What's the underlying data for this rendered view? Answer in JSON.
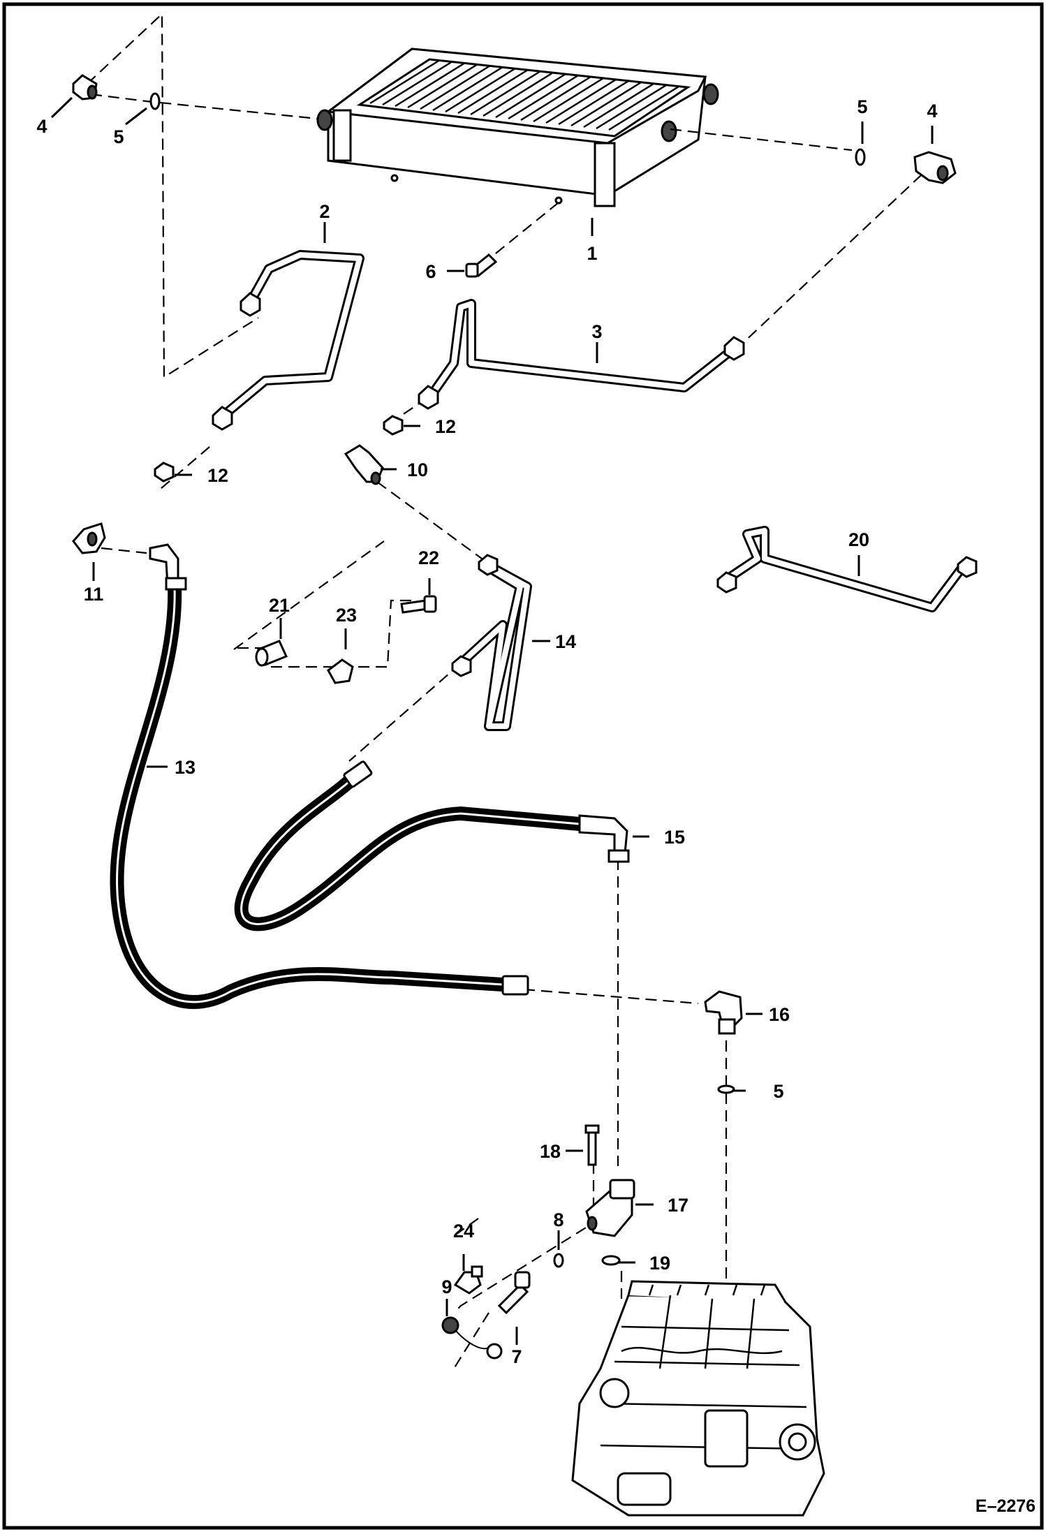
{
  "figure_id": "E–2276",
  "callouts": [
    {
      "id": "c1",
      "text": "1"
    },
    {
      "id": "c2",
      "text": "2"
    },
    {
      "id": "c3",
      "text": "3"
    },
    {
      "id": "c4a",
      "text": "4"
    },
    {
      "id": "c4b",
      "text": "4"
    },
    {
      "id": "c5a",
      "text": "5"
    },
    {
      "id": "c5b",
      "text": "5"
    },
    {
      "id": "c5c",
      "text": "5"
    },
    {
      "id": "c6",
      "text": "6"
    },
    {
      "id": "c7",
      "text": "7"
    },
    {
      "id": "c8",
      "text": "8"
    },
    {
      "id": "c9",
      "text": "9"
    },
    {
      "id": "c10",
      "text": "10"
    },
    {
      "id": "c11",
      "text": "11"
    },
    {
      "id": "c12a",
      "text": "12"
    },
    {
      "id": "c12b",
      "text": "12"
    },
    {
      "id": "c13",
      "text": "13"
    },
    {
      "id": "c14",
      "text": "14"
    },
    {
      "id": "c15",
      "text": "15"
    },
    {
      "id": "c16",
      "text": "16"
    },
    {
      "id": "c17",
      "text": "17"
    },
    {
      "id": "c18",
      "text": "18"
    },
    {
      "id": "c19",
      "text": "19"
    },
    {
      "id": "c20",
      "text": "20"
    },
    {
      "id": "c21",
      "text": "21"
    },
    {
      "id": "c22",
      "text": "22"
    },
    {
      "id": "c23",
      "text": "23"
    },
    {
      "id": "c24",
      "text": "24"
    }
  ]
}
